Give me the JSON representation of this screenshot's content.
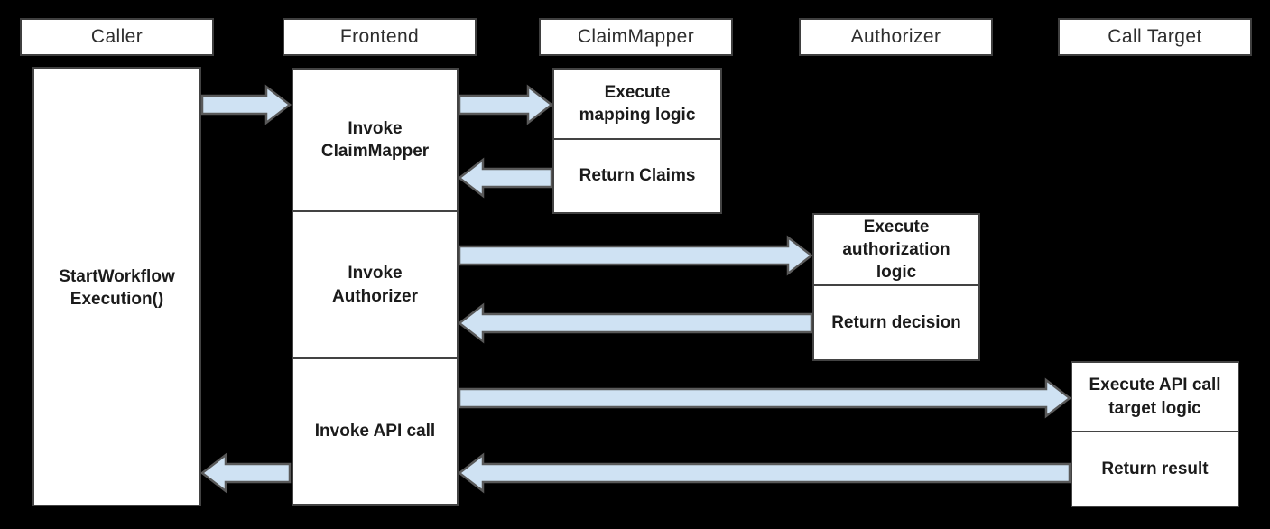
{
  "diagram_type": "sequence-diagram",
  "colors": {
    "background": "#000000",
    "box_fill": "#ffffff",
    "box_border": "#434343",
    "arrow_fill": "#cfe2f3",
    "arrow_border": "#595959",
    "header_text": "#2e2e2e",
    "task_text": "#1b1b1b"
  },
  "actors": [
    {
      "id": "caller",
      "label": "Caller"
    },
    {
      "id": "frontend",
      "label": "Frontend"
    },
    {
      "id": "claimmapper",
      "label": "ClaimMapper"
    },
    {
      "id": "authorizer",
      "label": "Authorizer"
    },
    {
      "id": "calltarget",
      "label": "Call Target"
    }
  ],
  "tasks": [
    {
      "actor": "caller",
      "label": "StartWorkflow\nExecution()"
    },
    {
      "actor": "frontend",
      "label": "Invoke\nClaimMapper"
    },
    {
      "actor": "frontend",
      "label": "Invoke\nAuthorizer"
    },
    {
      "actor": "frontend",
      "label": "Invoke API call"
    },
    {
      "actor": "claimmapper",
      "label": "Execute\nmapping logic"
    },
    {
      "actor": "claimmapper",
      "label": "Return Claims"
    },
    {
      "actor": "authorizer",
      "label": "Execute\nauthorization\nlogic"
    },
    {
      "actor": "authorizer",
      "label": "Return decision"
    },
    {
      "actor": "calltarget",
      "label": "Execute API call\ntarget logic"
    },
    {
      "actor": "calltarget",
      "label": "Return result"
    }
  ],
  "arrows": [
    {
      "from": "Caller",
      "to": "Frontend",
      "direction": "right"
    },
    {
      "from": "Frontend",
      "to": "ClaimMapper",
      "direction": "right"
    },
    {
      "from": "ClaimMapper",
      "to": "Frontend",
      "direction": "left"
    },
    {
      "from": "Frontend",
      "to": "Authorizer",
      "direction": "right"
    },
    {
      "from": "Authorizer",
      "to": "Frontend",
      "direction": "left"
    },
    {
      "from": "Frontend",
      "to": "Call Target",
      "direction": "right"
    },
    {
      "from": "Call Target",
      "to": "Frontend",
      "direction": "left"
    },
    {
      "from": "Frontend",
      "to": "Caller",
      "direction": "left"
    }
  ]
}
